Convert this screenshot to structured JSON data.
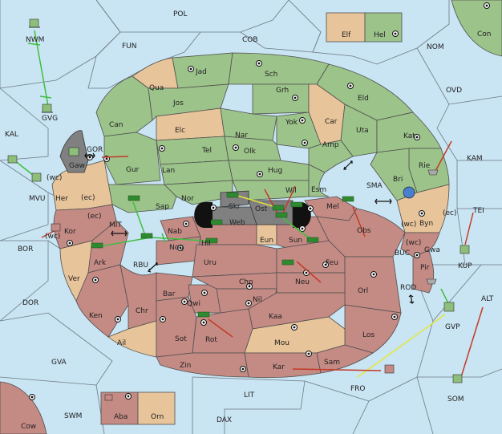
{
  "colors": {
    "sea": "#c9e4f2",
    "green_power": "#9cc38a",
    "red_power": "#c48a84",
    "neutral": "#e8c49a",
    "impassable": "#808080",
    "order_attack": "#c43a28",
    "order_support": "#3fbf3f",
    "order_convoy": "#e6e63a"
  },
  "labels": {
    "pol": "POL",
    "fun": "FUN",
    "cob": "COB",
    "nom": "NOM",
    "ovd": "OVD",
    "kam": "KAM",
    "tei": "TEI",
    "alt": "ALT",
    "kal": "KAL",
    "bor": "BOR",
    "dor": "DOR",
    "gva": "GVA",
    "swm": "SWM",
    "lit": "LIT",
    "dax": "DAX",
    "fro": "FRO",
    "som": "SOM",
    "gvp": "GVP",
    "rod": "ROD",
    "buc": "BUC",
    "kup": "KUP",
    "sma": "SMA",
    "mit": "MIT",
    "rbu": "RBU",
    "gor": "GOR",
    "nwm": "NWM",
    "gvg": "GVG",
    "mvu": "MVU",
    "con": "Con",
    "cow": "Cow",
    "elf": "Elf",
    "hel": "Hel",
    "aba": "Aba",
    "orn": "Orn",
    "jad": "Jad",
    "sch": "Sch",
    "qua": "Qua",
    "jos": "Jos",
    "grh": "Grh",
    "eld": "Eld",
    "can": "Can",
    "elc": "Elc",
    "nar": "Nar",
    "yok": "Yok",
    "car": "Car",
    "uta": "Uta",
    "kat": "Kat",
    "tel": "Tel",
    "olk": "Olk",
    "amp": "Amp",
    "gur": "Gur",
    "lan": "Lan",
    "hug": "Hug",
    "rie": "Rie",
    "bri": "Bri",
    "gaw": "Gaw",
    "wil": "Wil",
    "esm": "Esm",
    "nor": "Nor",
    "sap": "Sap",
    "her": "Her",
    "skr": "Skr",
    "ost": "Ost",
    "mel": "Mel",
    "web": "Web",
    "byn": "Byn",
    "kor": "Kor",
    "eun": "Eun",
    "nab": "Nab",
    "sun": "Sun",
    "obs": "Obs",
    "ark": "Ark",
    "nog": "Nog",
    "hil": "Hil",
    "gwa": "Gwa",
    "uru": "Uru",
    "feu": "Feu",
    "pir": "Pir",
    "ver": "Ver",
    "chp": "Chp",
    "neu": "Neu",
    "orl": "Orl",
    "bar": "Bar",
    "qwi": "Qwi",
    "nil": "Nil",
    "ken": "Ken",
    "chr": "Chr",
    "kaa": "Kaa",
    "los": "Los",
    "ail": "Ail",
    "sot": "Sot",
    "rot": "Rot",
    "mou": "Mou",
    "zin": "Zin",
    "kar": "Kar",
    "sam": "Sam"
  },
  "coast_marks": {
    "wc": "(wc)",
    "ec": "(ec)"
  },
  "units": [
    {
      "province": "Gaw",
      "power": "green",
      "kind": "fleet"
    },
    {
      "province": "Sap",
      "power": "green",
      "kind": "army"
    },
    {
      "province": "Nor",
      "power": "green",
      "kind": "army"
    },
    {
      "province": "Skr",
      "power": "green",
      "kind": "army"
    },
    {
      "province": "Ost",
      "power": "green",
      "kind": "army"
    },
    {
      "province": "Wil",
      "power": "green",
      "kind": "army"
    },
    {
      "province": "Mel",
      "power": "green",
      "kind": "army"
    },
    {
      "province": "Web",
      "power": "green",
      "kind": "army"
    },
    {
      "province": "Ark",
      "power": "green",
      "kind": "army"
    },
    {
      "province": "Nog",
      "power": "green",
      "kind": "army"
    },
    {
      "province": "Hil",
      "power": "green",
      "kind": "army"
    },
    {
      "province": "Sun",
      "power": "green",
      "kind": "army"
    },
    {
      "province": "Neu",
      "power": "green",
      "kind": "army"
    },
    {
      "province": "Rot",
      "power": "green",
      "kind": "army"
    },
    {
      "province": "Bri",
      "power": "blue",
      "kind": "fleet"
    },
    {
      "province": "NWM",
      "power": "green",
      "kind": "fleet"
    },
    {
      "province": "GVG",
      "power": "green",
      "kind": "fleet"
    },
    {
      "province": "KAL",
      "power": "green",
      "kind": "fleet"
    },
    {
      "province": "GVP",
      "power": "green",
      "kind": "fleet"
    },
    {
      "province": "SOM",
      "power": "green",
      "kind": "fleet"
    },
    {
      "province": "FRO",
      "power": "red",
      "kind": "fleet"
    },
    {
      "province": "KUP",
      "power": "green",
      "kind": "fleet"
    },
    {
      "province": "Rie",
      "power": "green",
      "kind": "fleet"
    },
    {
      "province": "Kor",
      "power": "red",
      "kind": "fleet"
    },
    {
      "province": "Aba",
      "power": "red",
      "kind": "fleet"
    }
  ]
}
